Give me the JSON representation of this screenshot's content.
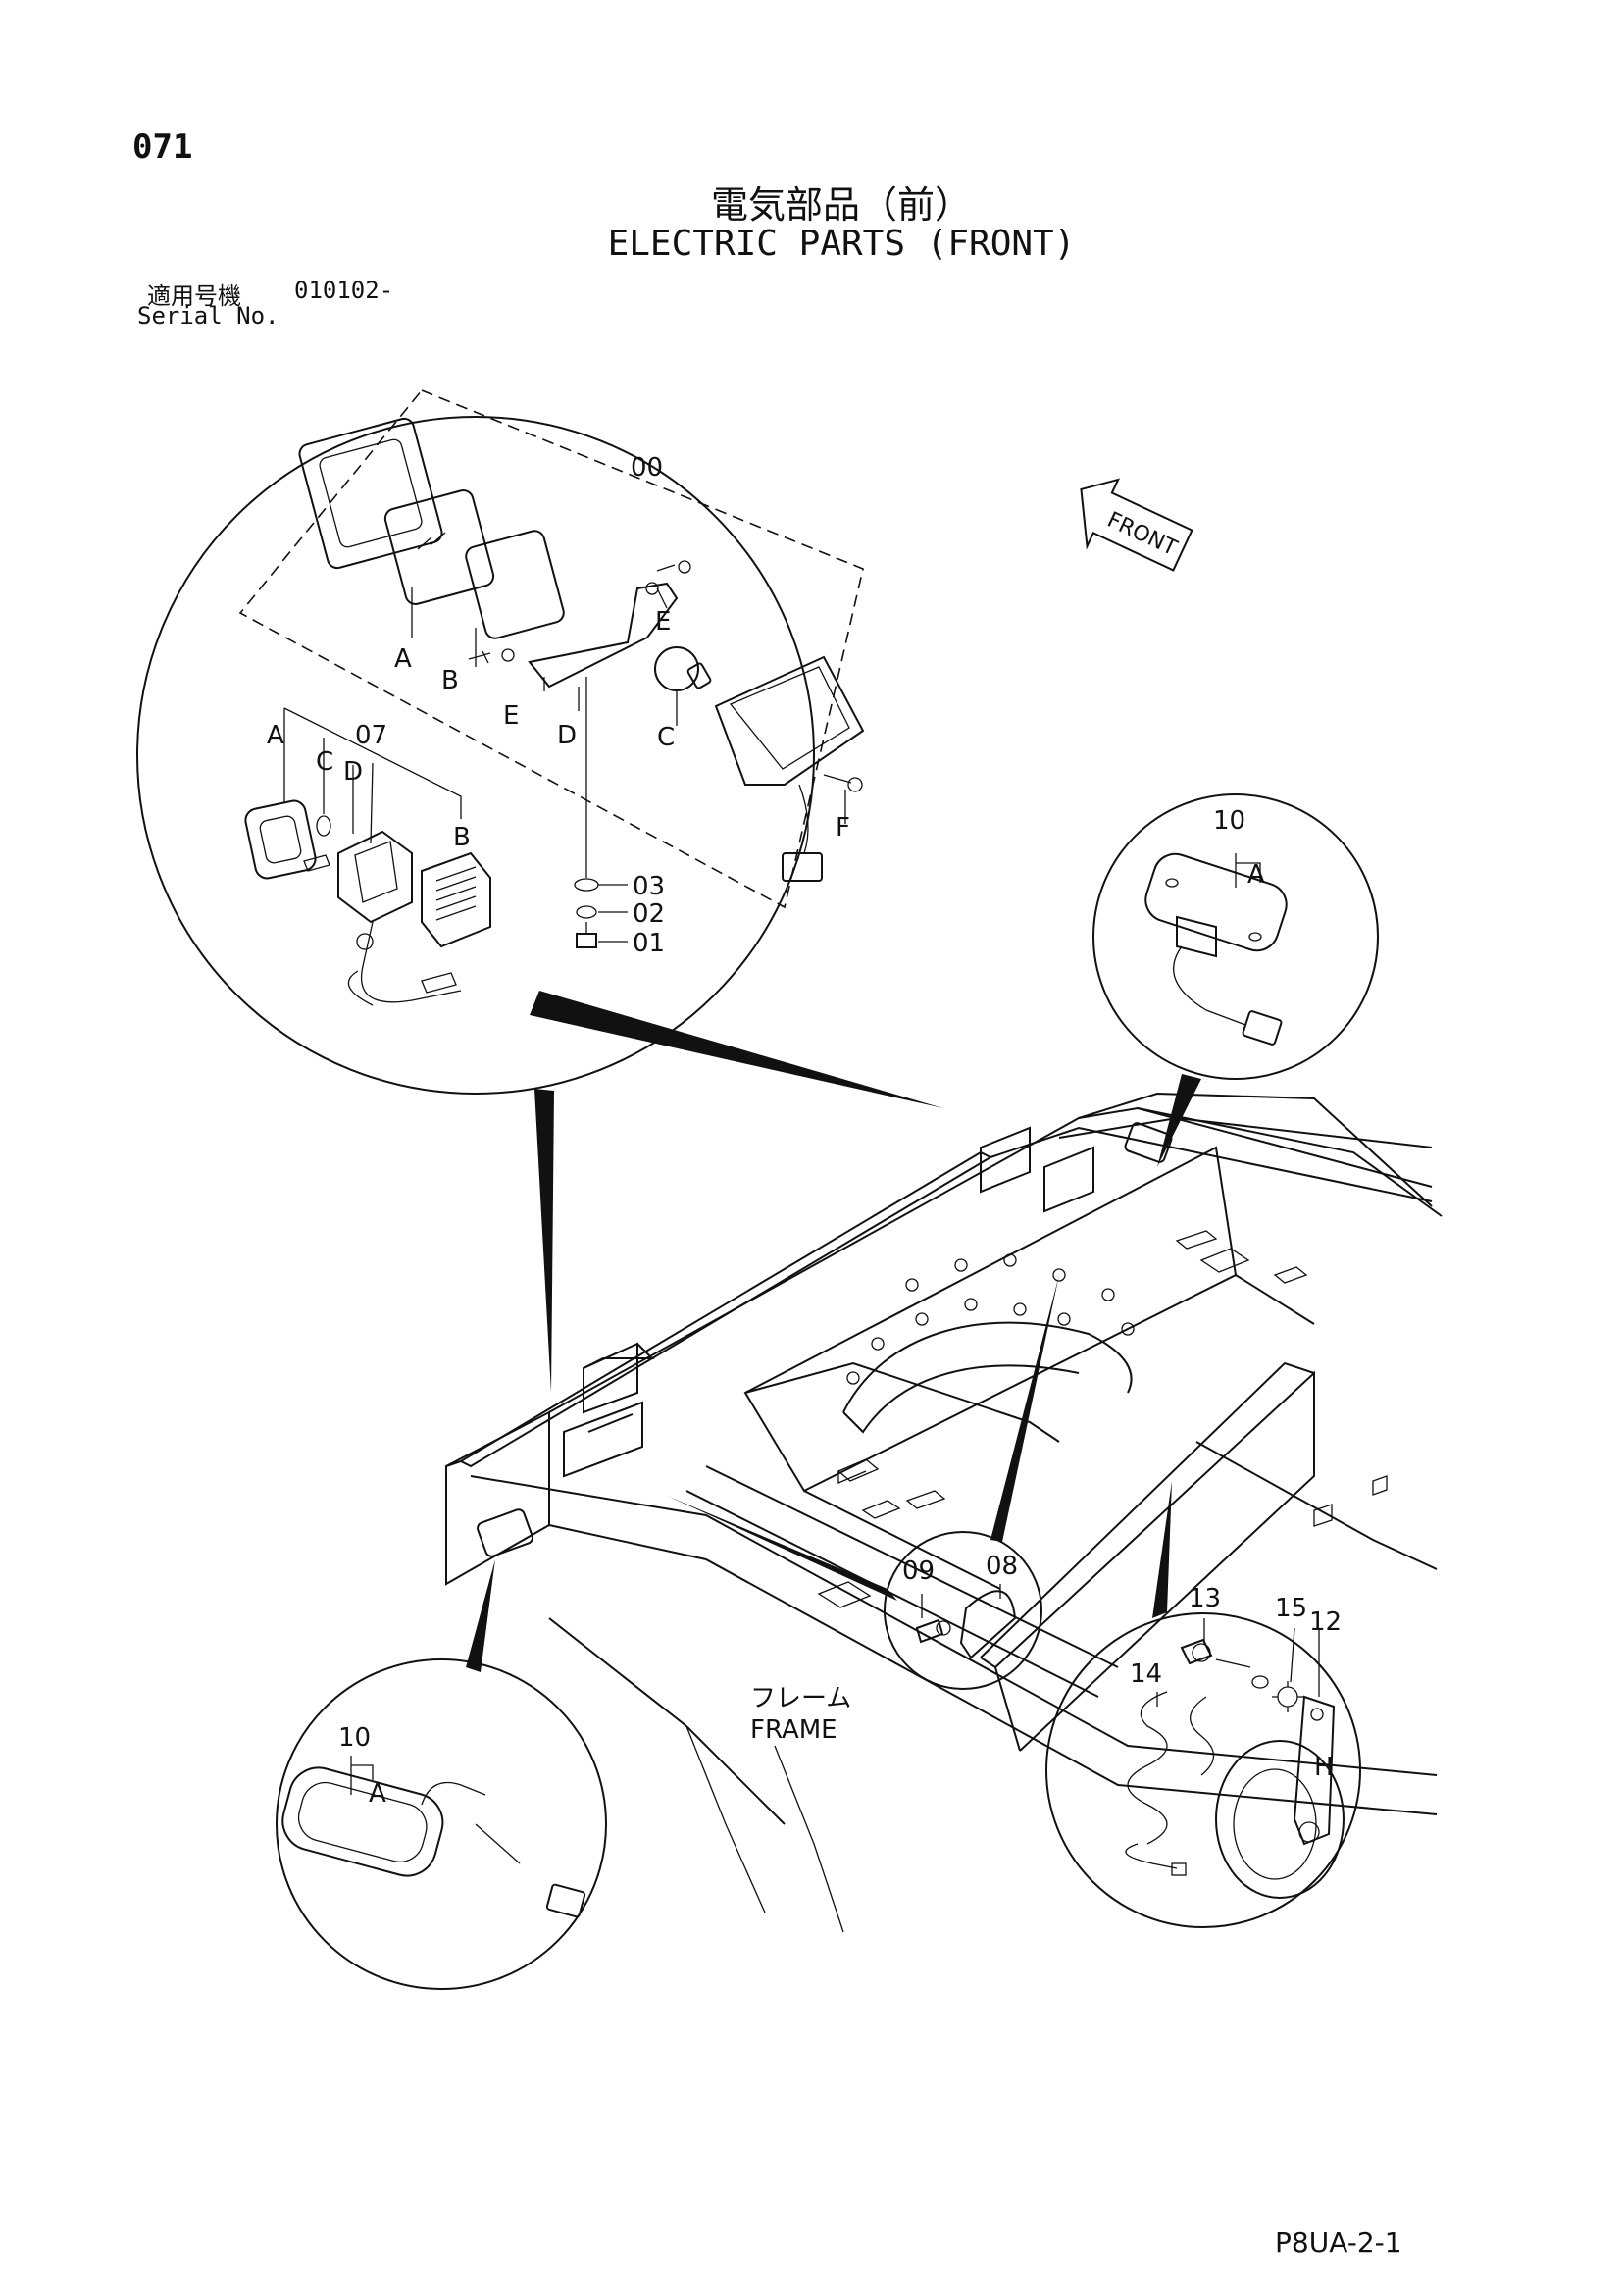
{
  "page": {
    "number": "071",
    "title_jp": "電気部品（前）",
    "title_en": "ELECTRIC PARTS (FRONT)",
    "serial_label_jp": "適用号機",
    "serial_value": "010102-",
    "serial_label_en": "Serial No.",
    "footer_code": "P8UA-2-1"
  },
  "diagram": {
    "front_arrow": "FRONT",
    "frame_label_jp": "フレーム",
    "frame_label_en": "FRAME",
    "callouts": {
      "work_light": [
        "00",
        "A",
        "B",
        "C",
        "D",
        "E",
        "E",
        "F",
        "C",
        "07",
        "A",
        "B",
        "C",
        "D",
        "03",
        "02",
        "01"
      ],
      "side_lamp_right": [
        "10",
        "A"
      ],
      "side_lamp_left": [
        "10",
        "A"
      ],
      "clamp": [
        "09",
        "08"
      ],
      "horn": [
        "13",
        "15",
        "12",
        "14",
        "H"
      ]
    }
  }
}
